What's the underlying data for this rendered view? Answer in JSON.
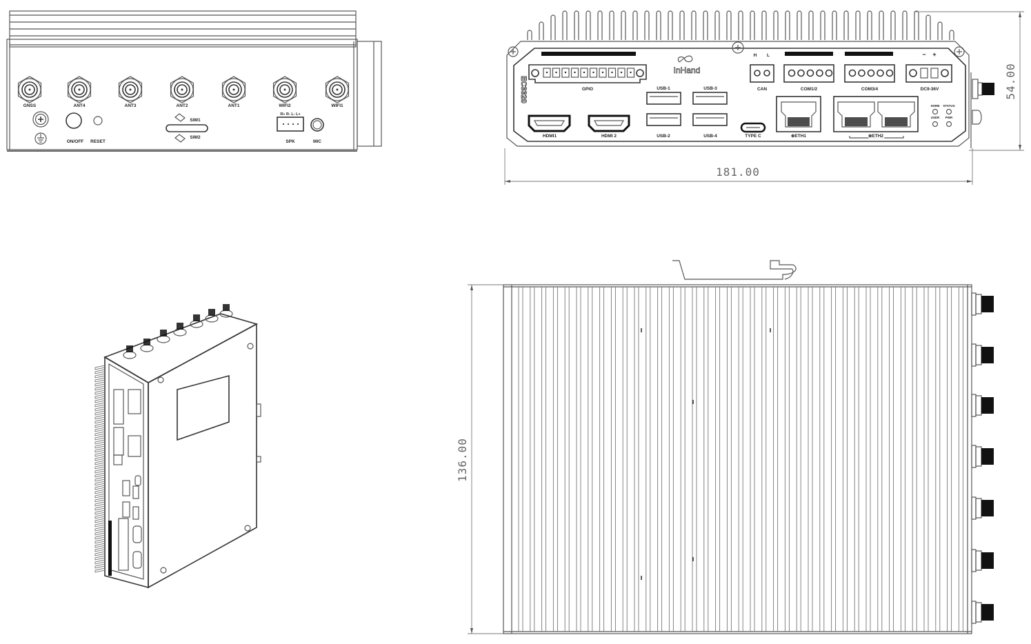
{
  "drawing": {
    "title": "EC3320 mechanical drawing",
    "model_label": "EC3320",
    "brand_logo": "InHand",
    "dimension_units": "mm"
  },
  "side_panel": {
    "antenna_ports": [
      "GNSS",
      "ANT4",
      "ANT3",
      "ANT2",
      "ANT1",
      "WIFI2",
      "WIFI1"
    ],
    "ground_symbol": "ground-icon",
    "power_button": "ON/OFF",
    "reset_button": "RESET",
    "sim_slots": [
      "SIM1",
      "SIM2"
    ],
    "speaker_port": "SPK",
    "speaker_pins": "R+ R- L- L+",
    "mic_port": "MIC"
  },
  "front_panel": {
    "gpio_label": "GPIO",
    "gpio_pin_count": 10,
    "can_label": "CAN",
    "can_pins": [
      "H",
      "L"
    ],
    "com12_label": "COM1/2",
    "com34_label": "COM3/4",
    "power_label": "DC9-36V",
    "power_pins": [
      "−",
      "+"
    ],
    "usb_ports": [
      "USB-1",
      "USB-2",
      "USB-3",
      "USB-4"
    ],
    "hdmi_ports": [
      "HDMI1",
      "HDMI 2"
    ],
    "typec_label": "TYPE C",
    "eth1_label": "⊕ETH1",
    "eth2_label": "⊕ETH2",
    "leds": [
      "HSRB",
      "STATUS",
      "USER",
      "PWR"
    ]
  },
  "dimensions": {
    "width": "181.00",
    "height": "54.00",
    "depth": "136.00"
  }
}
